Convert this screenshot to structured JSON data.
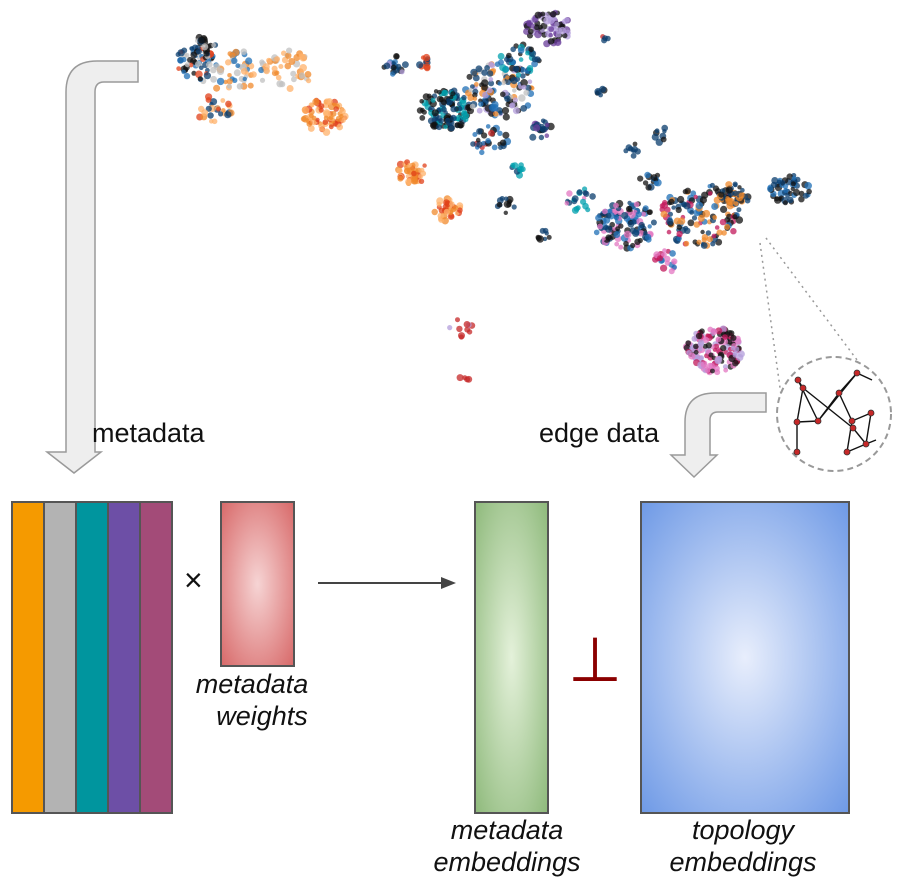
{
  "labels": {
    "metadata": "metadata",
    "edge_data": "edge data",
    "times": "×",
    "perp": "⊥",
    "metadata_weights_line1": "metadata",
    "metadata_weights_line2": "weights",
    "metadata_embeddings_line1": "metadata",
    "metadata_embeddings_line2": "embeddings",
    "topology_embeddings_line1": "topology",
    "topology_embeddings_line2": "embeddings"
  },
  "colors": {
    "metadata_columns": [
      "#f59a00",
      "#b3b3b3",
      "#00959e",
      "#6d4fa6",
      "#a34b78"
    ],
    "weights_edge": "#d86a6a",
    "weights_center": "#f6d4d4",
    "meta_emb_edge": "#8fba7c",
    "meta_emb_center": "#e4f1da",
    "topo_emb_edge": "#6f9ae6",
    "topo_emb_center": "#e8eefc",
    "perp": "#8b0000",
    "arrow_fill": "#eeeeee",
    "arrow_stroke": "#9a9a9a"
  },
  "scatter_palette": [
    "#0b3d6e",
    "#1f6fb5",
    "#00a0ae",
    "#f08a2c",
    "#ffb26b",
    "#e0401a",
    "#c62828",
    "#6a3d9a",
    "#b39ddb",
    "#c0c0c0",
    "#c2185b",
    "#e377c2",
    "#111111"
  ]
}
